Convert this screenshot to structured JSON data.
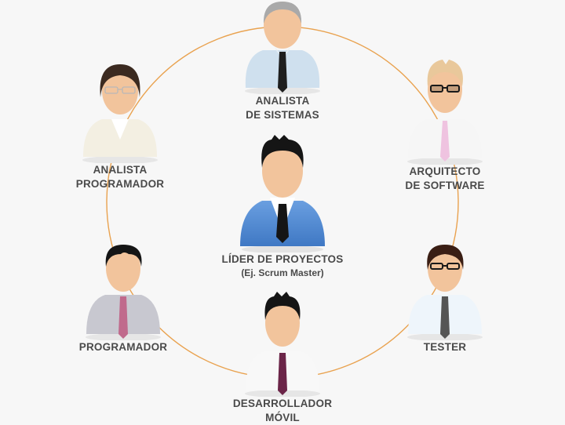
{
  "diagram": {
    "ring_color": "#e9a24f",
    "roles": [
      {
        "id": "analista-sistemas",
        "lines": [
          "ANALISTA",
          "DE SISTEMAS"
        ],
        "shirt": "#cfe0ee",
        "tie": "#1e1e1e",
        "hair": "#a9a9a9",
        "glasses": false
      },
      {
        "id": "analista-programador",
        "lines": [
          "ANALISTA",
          "PROGRAMADOR"
        ],
        "shirt": "#f3efe2",
        "tie": null,
        "hair": "#3b2a20",
        "glasses": true
      },
      {
        "id": "arquitecto-software",
        "lines": [
          "ARQUITECTO",
          "DE SOFTWARE"
        ],
        "shirt": "#f6f6f6",
        "tie": "#efc3e0",
        "hair": "#e9c89b",
        "glasses": true
      },
      {
        "id": "lider-proyectos",
        "lines": [
          "LÍDER DE PROYECTOS"
        ],
        "sub": "(Ej. Scrum Master)",
        "shirt": "#4a86cf",
        "tie": "#151515",
        "hair": "#151515",
        "glasses": false
      },
      {
        "id": "programador",
        "lines": [
          "PROGRAMADOR"
        ],
        "shirt": "#c8c8d0",
        "tie": "#c06a8c",
        "hair": "#151515",
        "glasses": false
      },
      {
        "id": "tester",
        "lines": [
          "TESTER"
        ],
        "shirt": "#eef5fb",
        "tie": "#555555",
        "hair": "#3a1e14",
        "glasses": true
      },
      {
        "id": "desarrollador-movil",
        "lines": [
          "DESARROLLADOR",
          "MÓVIL"
        ],
        "shirt": "#f8f8f8",
        "tie": "#6b2548",
        "hair": "#151515",
        "glasses": false
      }
    ]
  }
}
